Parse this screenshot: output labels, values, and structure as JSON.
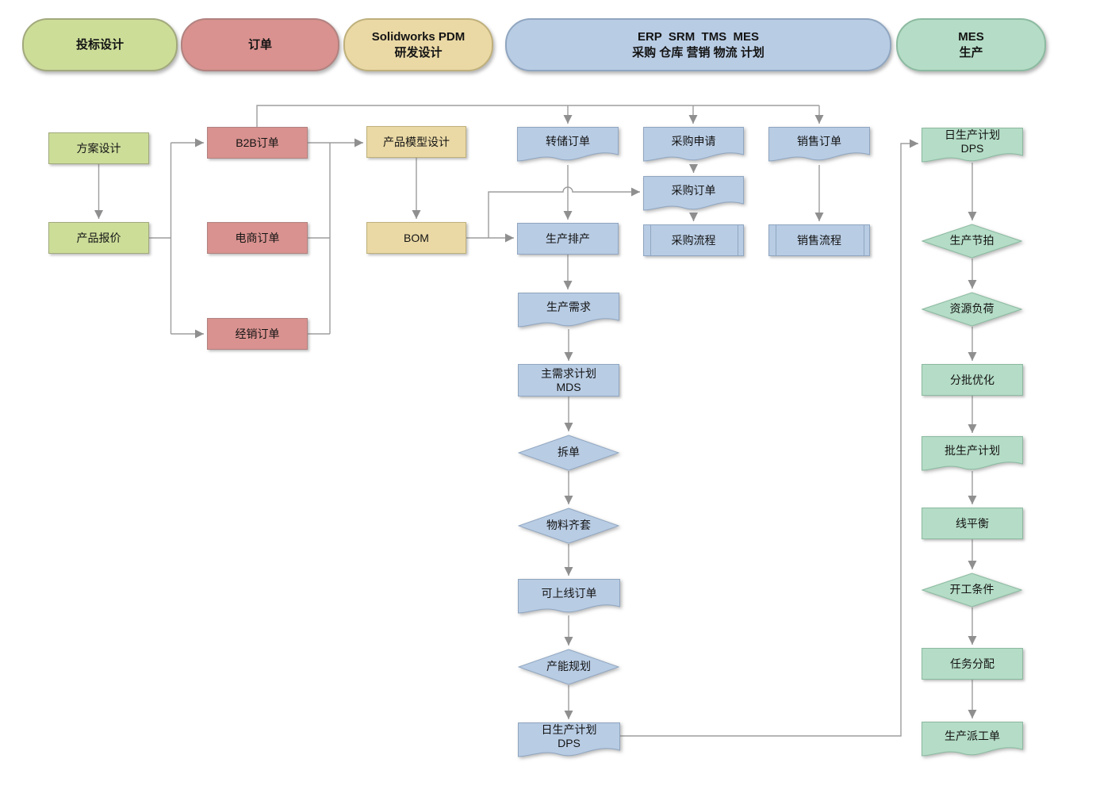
{
  "palette": {
    "green": {
      "fill": "#ccdd98",
      "border": "#a2a97c"
    },
    "pink": {
      "fill": "#d9928f",
      "border": "#b18280"
    },
    "tan": {
      "fill": "#ead9a5",
      "border": "#bfb07c"
    },
    "blue": {
      "fill": "#b8cce4",
      "border": "#90a6c0"
    },
    "mint": {
      "fill": "#b4dcc6",
      "border": "#8cbaa0"
    },
    "connector": "#9d9d9d",
    "arrowhead": "#8f8f8f"
  },
  "lanes": [
    {
      "id": "bid-design",
      "lane": "green",
      "lines": [
        "投标设计"
      ]
    },
    {
      "id": "orders",
      "lane": "pink",
      "lines": [
        "订单"
      ]
    },
    {
      "id": "rd-design",
      "lane": "tan",
      "lines": [
        "Solidworks PDM",
        "研发设计"
      ]
    },
    {
      "id": "erp-srm-tms-mes",
      "lane": "blue",
      "lines": [
        "ERP  SRM  TMS  MES",
        "采购 仓库 营销 物流 计划"
      ]
    },
    {
      "id": "mes-production",
      "lane": "mint",
      "lines": [
        "MES",
        "生产"
      ]
    }
  ],
  "nodes": [
    {
      "id": "plan-design",
      "lane": "green",
      "shape": "rect",
      "label": "方案设计"
    },
    {
      "id": "product-quote",
      "lane": "green",
      "shape": "rect",
      "label": "产品报价"
    },
    {
      "id": "b2b-order",
      "lane": "pink",
      "shape": "rect",
      "label": "B2B订单"
    },
    {
      "id": "ecommerce-order",
      "lane": "pink",
      "shape": "rect",
      "label": "电商订单"
    },
    {
      "id": "distribution-order",
      "lane": "pink",
      "shape": "rect",
      "label": "经销订单"
    },
    {
      "id": "product-model-design",
      "lane": "tan",
      "shape": "rect",
      "label": "产品模型设计"
    },
    {
      "id": "bom",
      "lane": "tan",
      "shape": "rect",
      "label": "BOM"
    },
    {
      "id": "transfer-order",
      "lane": "blue",
      "shape": "document",
      "label": "转储订单"
    },
    {
      "id": "purchase-request",
      "lane": "blue",
      "shape": "document",
      "label": "采购申请"
    },
    {
      "id": "sales-order",
      "lane": "blue",
      "shape": "document",
      "label": "销售订单"
    },
    {
      "id": "purchase-order",
      "lane": "blue",
      "shape": "document",
      "label": "采购订单"
    },
    {
      "id": "production-scheduling",
      "lane": "blue",
      "shape": "rect",
      "label": "生产排产"
    },
    {
      "id": "purchase-process",
      "lane": "blue",
      "shape": "predefined",
      "label": "采购流程"
    },
    {
      "id": "sales-process",
      "lane": "blue",
      "shape": "predefined",
      "label": "销售流程"
    },
    {
      "id": "production-demand",
      "lane": "blue",
      "shape": "document",
      "label": "生产需求"
    },
    {
      "id": "mds-plan",
      "lane": "blue",
      "shape": "rect",
      "label": "主需求计划",
      "label2": "MDS"
    },
    {
      "id": "split-order",
      "lane": "blue",
      "shape": "diamond",
      "label": "拆单"
    },
    {
      "id": "material-ready",
      "lane": "blue",
      "shape": "diamond",
      "label": "物料齐套"
    },
    {
      "id": "online-ready-order",
      "lane": "blue",
      "shape": "document",
      "label": "可上线订单"
    },
    {
      "id": "capacity-planning",
      "lane": "blue",
      "shape": "diamond",
      "label": "产能规划"
    },
    {
      "id": "daily-plan-dps",
      "lane": "blue",
      "shape": "document",
      "label": "日生产计划",
      "label2": "DPS"
    },
    {
      "id": "daily-plan-dps-mes",
      "lane": "mint",
      "shape": "document",
      "label": "日生产计划",
      "label2": "DPS"
    },
    {
      "id": "takt-time",
      "lane": "mint",
      "shape": "diamond",
      "label": "生产节拍"
    },
    {
      "id": "resource-load",
      "lane": "mint",
      "shape": "diamond",
      "label": "资源负荷"
    },
    {
      "id": "batch-optimization",
      "lane": "mint",
      "shape": "rect",
      "label": "分批优化"
    },
    {
      "id": "batch-production-plan",
      "lane": "mint",
      "shape": "document",
      "label": "批生产计划"
    },
    {
      "id": "line-balance",
      "lane": "mint",
      "shape": "rect",
      "label": "线平衡"
    },
    {
      "id": "start-condition",
      "lane": "mint",
      "shape": "diamond",
      "label": "开工条件"
    },
    {
      "id": "task-assignment",
      "lane": "mint",
      "shape": "rect",
      "label": "任务分配"
    },
    {
      "id": "work-dispatch-order",
      "lane": "mint",
      "shape": "document",
      "label": "生产派工单"
    }
  ],
  "edges": [
    {
      "from": "plan-design",
      "to": "product-quote"
    },
    {
      "from": "product-quote",
      "to": "b2b-order"
    },
    {
      "from": "product-quote",
      "to": "distribution-order"
    },
    {
      "from": "b2b-order",
      "to": "product-model-design"
    },
    {
      "from": "ecommerce-order",
      "to": "product-model-design"
    },
    {
      "from": "distribution-order",
      "to": "product-model-design"
    },
    {
      "from": "b2b-order",
      "to": "transfer-order"
    },
    {
      "from": "b2b-order",
      "to": "purchase-request"
    },
    {
      "from": "b2b-order",
      "to": "sales-order"
    },
    {
      "from": "product-model-design",
      "to": "bom"
    },
    {
      "from": "bom",
      "to": "production-scheduling"
    },
    {
      "from": "bom",
      "to": "purchase-order"
    },
    {
      "from": "transfer-order",
      "to": "production-scheduling"
    },
    {
      "from": "purchase-request",
      "to": "purchase-order"
    },
    {
      "from": "purchase-order",
      "to": "purchase-process"
    },
    {
      "from": "sales-order",
      "to": "sales-process"
    },
    {
      "from": "production-scheduling",
      "to": "production-demand"
    },
    {
      "from": "production-demand",
      "to": "mds-plan"
    },
    {
      "from": "mds-plan",
      "to": "split-order"
    },
    {
      "from": "split-order",
      "to": "material-ready"
    },
    {
      "from": "material-ready",
      "to": "online-ready-order"
    },
    {
      "from": "online-ready-order",
      "to": "capacity-planning"
    },
    {
      "from": "capacity-planning",
      "to": "daily-plan-dps"
    },
    {
      "from": "daily-plan-dps",
      "to": "daily-plan-dps-mes"
    },
    {
      "from": "daily-plan-dps-mes",
      "to": "takt-time"
    },
    {
      "from": "takt-time",
      "to": "resource-load"
    },
    {
      "from": "resource-load",
      "to": "batch-optimization"
    },
    {
      "from": "batch-optimization",
      "to": "batch-production-plan"
    },
    {
      "from": "batch-production-plan",
      "to": "line-balance"
    },
    {
      "from": "line-balance",
      "to": "start-condition"
    },
    {
      "from": "start-condition",
      "to": "task-assignment"
    },
    {
      "from": "task-assignment",
      "to": "work-dispatch-order"
    }
  ]
}
